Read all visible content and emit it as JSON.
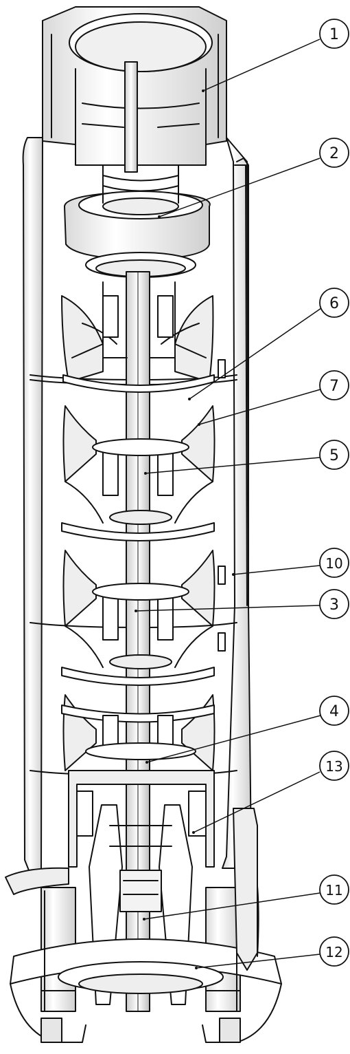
{
  "diagram": {
    "type": "cutaway-exploded-drawing",
    "subject": "multistage submersible pump",
    "callouts": [
      {
        "id": "c1",
        "label": "1"
      },
      {
        "id": "c2",
        "label": "2"
      },
      {
        "id": "c6",
        "label": "6"
      },
      {
        "id": "c7",
        "label": "7"
      },
      {
        "id": "c5",
        "label": "5"
      },
      {
        "id": "c10",
        "label": "10"
      },
      {
        "id": "c3",
        "label": "3"
      },
      {
        "id": "c4",
        "label": "4"
      },
      {
        "id": "c13",
        "label": "13"
      },
      {
        "id": "c11",
        "label": "11"
      },
      {
        "id": "c12",
        "label": "12"
      }
    ],
    "colors": {
      "line": "#111111",
      "fill": "#ffffff",
      "shade": "#e6e6e6",
      "shadeDark": "#c9c9c9"
    }
  }
}
